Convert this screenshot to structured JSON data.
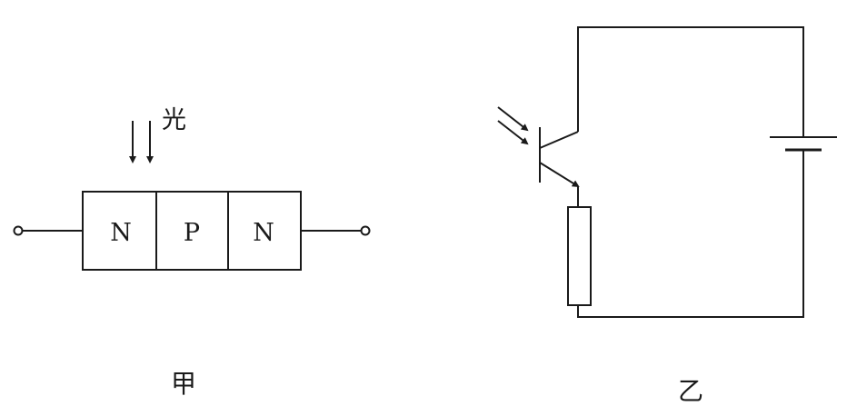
{
  "figure_a": {
    "light_label": "光",
    "regions": [
      "N",
      "P",
      "N"
    ],
    "caption": "甲"
  },
  "figure_b": {
    "caption": "乙"
  },
  "colors": {
    "stroke": "#1a1a1a",
    "background": "#ffffff"
  }
}
